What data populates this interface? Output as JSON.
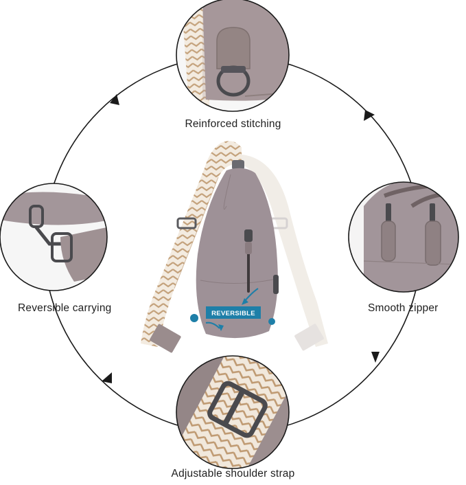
{
  "features": {
    "top": "Reinforced stitching",
    "right": "Smooth zipper",
    "bottom": "Adjustable shoulder strap",
    "left": "Reversible carrying"
  },
  "badge": "REVERSIBLE",
  "colors": {
    "leather": "#a0918f",
    "leather_dark": "#8a7b79",
    "strap_light": "#efe6da",
    "strap_tan": "#c4a27c",
    "hardware": "#4a4a4e",
    "badge": "#1e7fa8",
    "ring": "#1a1a1a"
  },
  "icons": [
    "arrow-icon"
  ]
}
